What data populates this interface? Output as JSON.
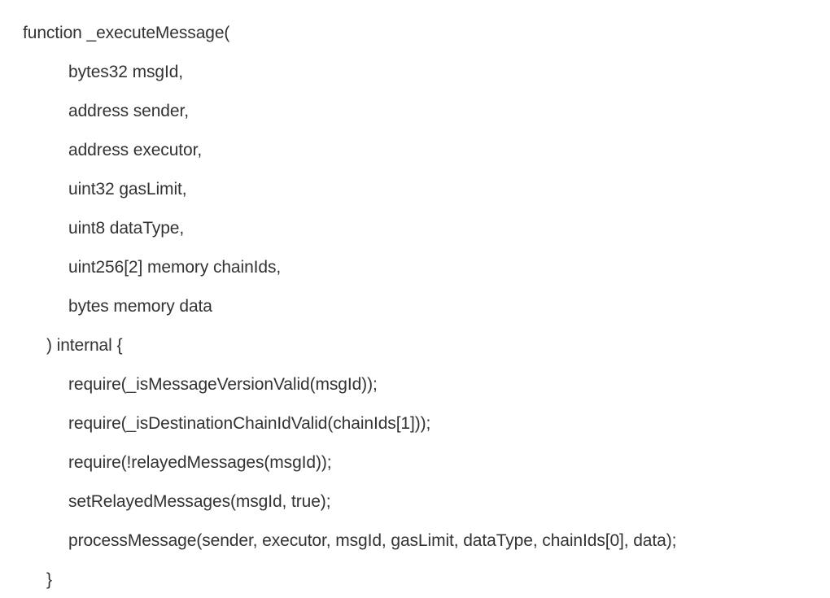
{
  "code": {
    "lines": [
      "function _executeMessage(",
      "bytes32 msgId,",
      "address sender,",
      "address executor,",
      "uint32 gasLimit,",
      "uint8 dataType,",
      "uint256[2] memory chainIds,",
      "bytes memory data",
      ") internal {",
      "require(_isMessageVersionValid(msgId));",
      "require(_isDestinationChainIdValid(chainIds[1]));",
      "require(!relayedMessages(msgId));",
      "setRelayedMessages(msgId, true);",
      "processMessage(sender, executor, msgId, gasLimit, dataType, chainIds[0], data);",
      "}"
    ]
  }
}
